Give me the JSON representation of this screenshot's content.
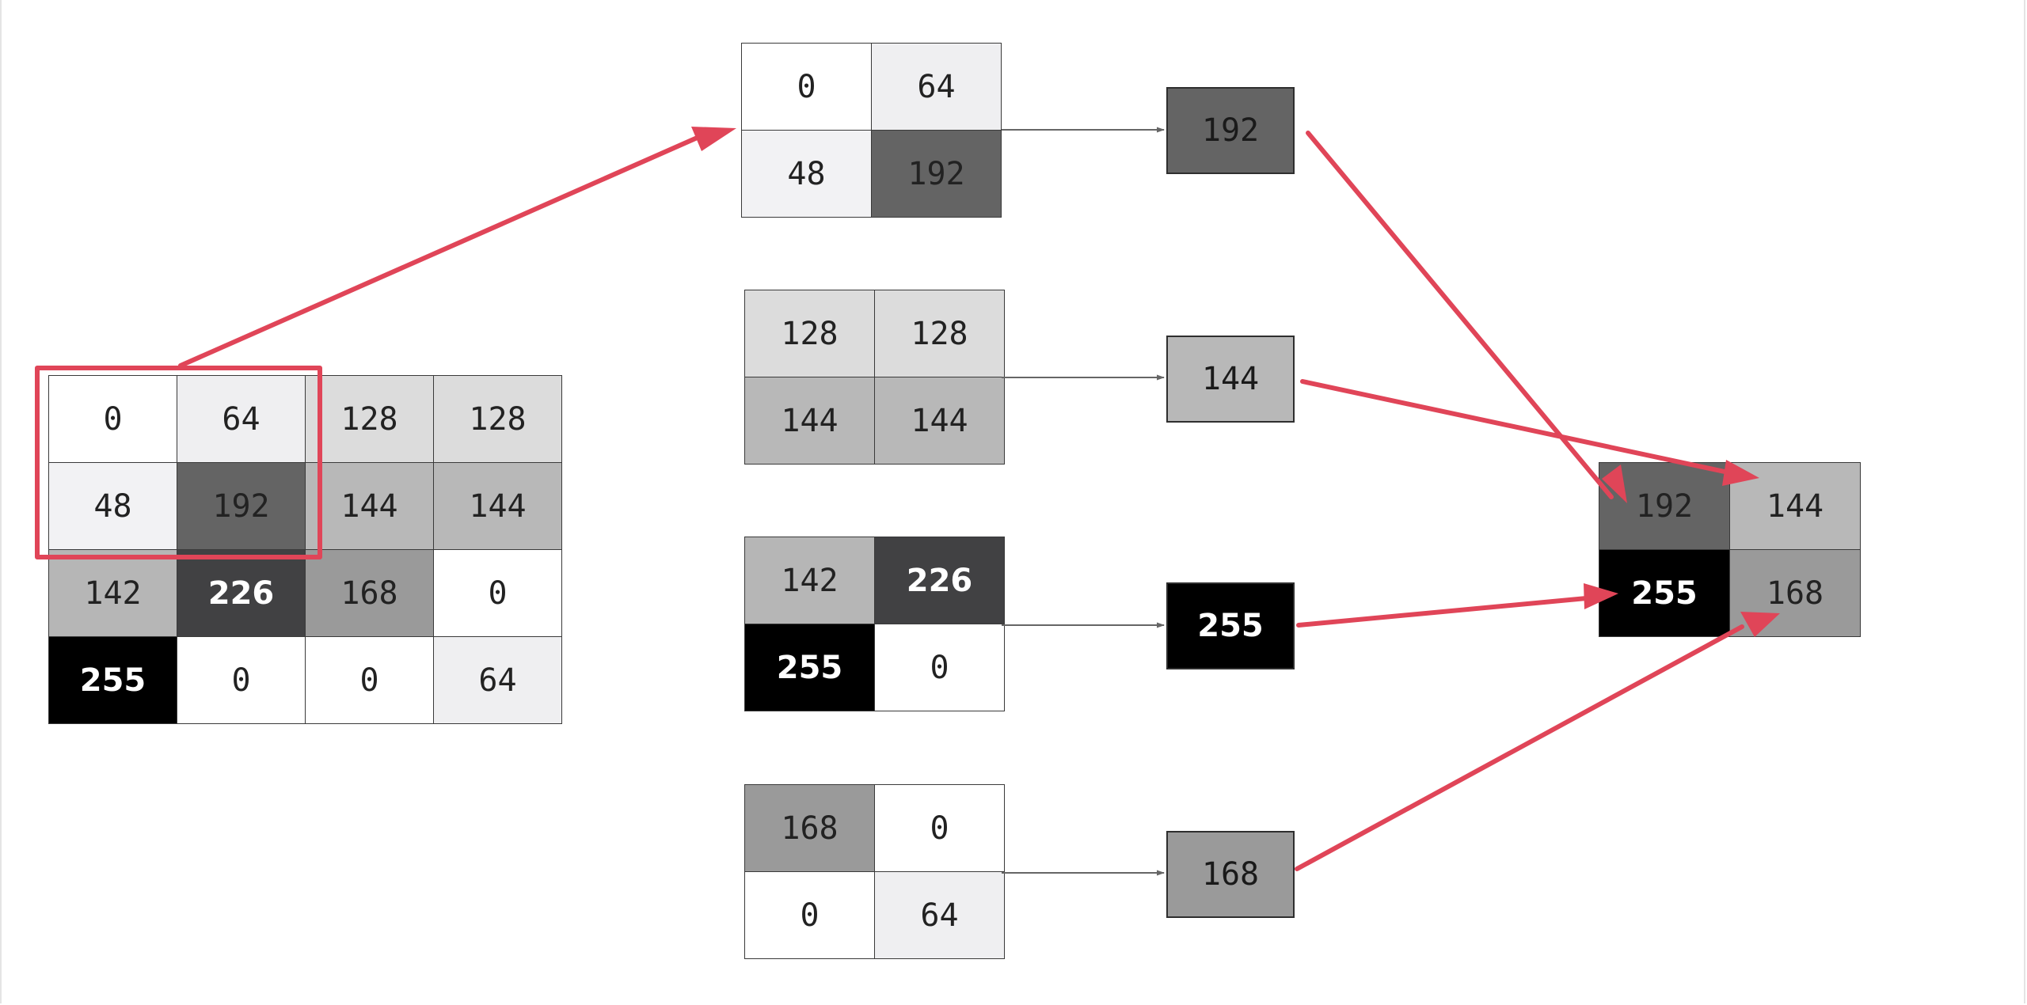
{
  "colors": {
    "accent_red": "#e04558",
    "connector_gray": "#666666",
    "scale": {
      "0": "#ffffff",
      "48": "#f2f2f4",
      "64": "#efeff1",
      "128": "#dcdcdc",
      "142": "#b6b6b6",
      "144": "#b8b8b8",
      "168": "#9a9a9a",
      "192": "#646464",
      "226": "#414143",
      "255": "#000000"
    }
  },
  "input_matrix": [
    [
      "0",
      "64",
      "128",
      "128"
    ],
    [
      "48",
      "192",
      "144",
      "144"
    ],
    [
      "142",
      "226",
      "168",
      "0"
    ],
    [
      "255",
      "0",
      "0",
      "64"
    ]
  ],
  "pooling_windows": [
    {
      "cells": [
        "0",
        "64",
        "48",
        "192"
      ],
      "max": "192"
    },
    {
      "cells": [
        "128",
        "128",
        "144",
        "144"
      ],
      "max": "144"
    },
    {
      "cells": [
        "142",
        "226",
        "255",
        "0"
      ],
      "max": "255"
    },
    {
      "cells": [
        "168",
        "0",
        "0",
        "64"
      ],
      "max": "168"
    }
  ],
  "output_matrix": [
    "192",
    "144",
    "255",
    "168"
  ]
}
